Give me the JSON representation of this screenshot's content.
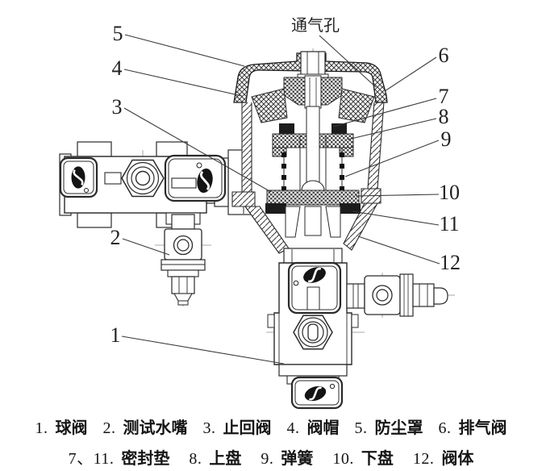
{
  "diagram": {
    "vent_label": "通气孔",
    "callouts": [
      {
        "num": "1",
        "part": "球阀"
      },
      {
        "num": "2",
        "part": "测试水嘴"
      },
      {
        "num": "3",
        "part": "止回阀"
      },
      {
        "num": "4",
        "part": "阀帽"
      },
      {
        "num": "5",
        "part": "防尘罩"
      },
      {
        "num": "6",
        "part": "排气阀"
      },
      {
        "num": "7",
        "part": "密封垫"
      },
      {
        "num": "8",
        "part": "上盘"
      },
      {
        "num": "9",
        "part": "弹簧"
      },
      {
        "num": "10",
        "part": "下盘"
      },
      {
        "num": "11",
        "part": "密封垫"
      },
      {
        "num": "12",
        "part": "阀体"
      }
    ]
  },
  "caption": {
    "line1": [
      {
        "num": "1.",
        "name": "球阀"
      },
      {
        "num": "2.",
        "name": "测试水嘴"
      },
      {
        "num": "3.",
        "name": "止回阀"
      },
      {
        "num": "4.",
        "name": "阀帽"
      },
      {
        "num": "5.",
        "name": "防尘罩"
      },
      {
        "num": "6.",
        "name": "排气阀"
      }
    ],
    "line2": [
      {
        "num": "7、11.",
        "name": "密封垫"
      },
      {
        "num": "8.",
        "name": "上盘"
      },
      {
        "num": "9.",
        "name": "弹簧"
      },
      {
        "num": "10.",
        "name": "下盘"
      },
      {
        "num": "12.",
        "name": "阀体"
      }
    ]
  },
  "colors": {
    "ink": "#2a2a2a",
    "paper": "#ffffff"
  }
}
